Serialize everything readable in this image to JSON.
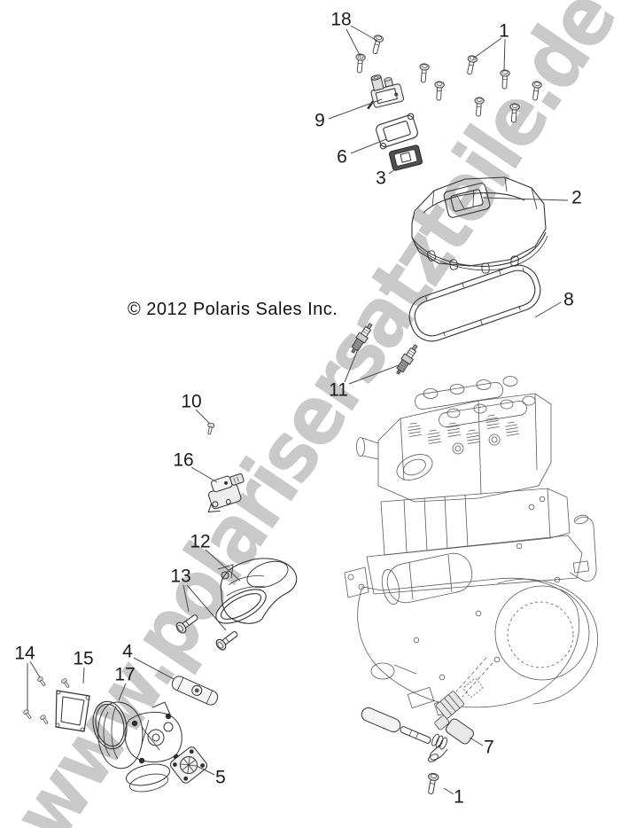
{
  "copyright": "© 2012 Polaris Sales Inc.",
  "watermark": {
    "text": "www.polarisersatzteile.de",
    "color": "#c9c9c9"
  },
  "colors": {
    "background": "#ffffff",
    "line": "#333333",
    "engine_line": "#5a5a5a",
    "label": "#1a1a1a"
  },
  "diagram": {
    "type": "exploded-parts-diagram",
    "callouts": [
      {
        "label": "18"
      },
      {
        "label": "1"
      },
      {
        "label": "9"
      },
      {
        "label": "6"
      },
      {
        "label": "3"
      },
      {
        "label": "2"
      },
      {
        "label": "8"
      },
      {
        "label": "11"
      },
      {
        "label": "10"
      },
      {
        "label": "16"
      },
      {
        "label": "12"
      },
      {
        "label": "13"
      },
      {
        "label": "14"
      },
      {
        "label": "15"
      },
      {
        "label": "4"
      },
      {
        "label": "17"
      },
      {
        "label": "5"
      },
      {
        "label": "7"
      },
      {
        "label": "1"
      }
    ]
  }
}
